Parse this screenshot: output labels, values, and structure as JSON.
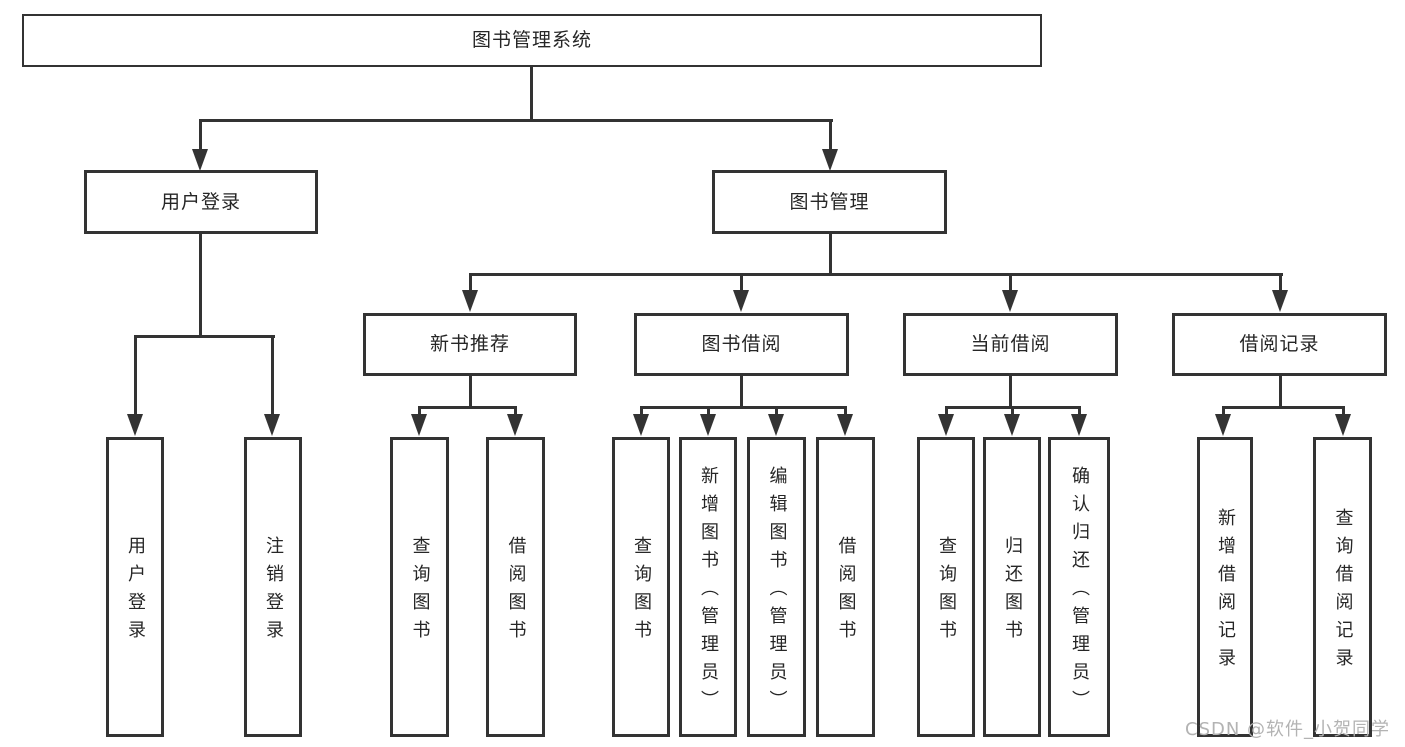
{
  "diagram_title": "图书管理系统",
  "watermark": "CSDN @软件_小贺同学",
  "colors": {
    "line": "#333333",
    "text": "#262626",
    "watermark": "#b3b3b3",
    "background": "#ffffff"
  },
  "tree": {
    "root": "图书管理系统",
    "children": [
      {
        "label": "用户登录",
        "children": [
          "用户登录",
          "注销登录"
        ]
      },
      {
        "label": "图书管理",
        "children": [
          {
            "label": "新书推荐",
            "children": [
              "查询图书",
              "借阅图书"
            ]
          },
          {
            "label": "图书借阅",
            "children": [
              "查询图书",
              "新增图书（管理员）",
              "编辑图书（管理员）",
              "借阅图书"
            ]
          },
          {
            "label": "当前借阅",
            "children": [
              "查询图书",
              "归还图书",
              "确认归还（管理员）"
            ]
          },
          {
            "label": "借阅记录",
            "children": [
              "新增借阅记录",
              "查询借阅记录"
            ]
          }
        ]
      }
    ]
  }
}
